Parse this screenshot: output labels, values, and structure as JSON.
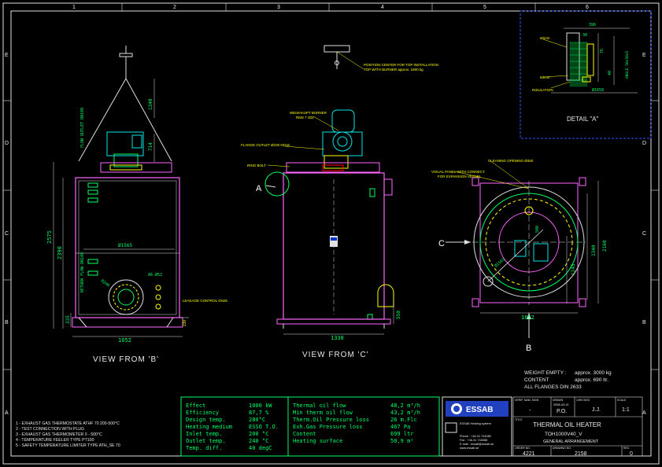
{
  "grid": {
    "columns": [
      "1",
      "2",
      "3",
      "4",
      "5",
      "6"
    ],
    "rows": [
      "E",
      "D",
      "C",
      "B",
      "A"
    ]
  },
  "views": {
    "view_b": "VIEW FROM 'B'",
    "view_c": "VIEW FROM 'C'",
    "detail_a": "DETAIL \"A\""
  },
  "markers": {
    "a": "A",
    "b": "B",
    "c": "C"
  },
  "dimensions": {
    "b_width": "1652",
    "b_inner": "Ø1565",
    "b_height": "2575",
    "b_height2": "2390",
    "b_low": "335",
    "b_r": "R240",
    "b_nozzle": "A6-Ø52",
    "b_top": "1340",
    "b_side": "714",
    "c_width": "1338",
    "c_low": "550",
    "right_width": "1652",
    "right_h1": "1340",
    "right_h2": "2160",
    "right_h3": "1145",
    "right_d": "Ø1565",
    "right_r": "500",
    "det_top": "396",
    "det_small": "30",
    "det_d": "Ø1658",
    "det_v1": "76",
    "det_v2": "40"
  },
  "notes_small": {
    "lift_c": "POSITION CENTER FOR TOP INSTALLATION",
    "lift_c2": "TOP WITH BURNER approx. 1800 kg",
    "burner": "WEISHAUPT BURNER",
    "burner2": "RMS 7 302",
    "flange_c": "FLANGE OUTLET Ø100 ND16",
    "bolt": "RING BOLT",
    "cleaning": "CLEANING OPENING Ø450",
    "visual": "VISUAL PANEL WITH CONNECT.",
    "visual2": "FOR EXPANSION VESSEL",
    "leakage": "LEAKAGE CONTROL DN25",
    "flow_out": "FLOW OUTLET DN100",
    "flow_ret": "RETURN FLOW DN100",
    "insulation": "INSULATION",
    "det_60": "60mm",
    "det_50": "50mm",
    "det_angle": "ANGLE 50x50x5"
  },
  "weight": {
    "empty_label": "WEIGHT EMPTY :",
    "empty_value": "approx. 3000 kg",
    "content_label": "CONTENT",
    "content_value": "approx. 690 ltr.",
    "flanges": "ALL FLANGES DIN 2633"
  },
  "legend": [
    "1 - EXHAUST GAS THERMOSTATE ATHF 70  200-500°C",
    "2 - TEST CONNECTION WITH PLUG",
    "3 - EXHAUST GAS THERMOMETER 0 - 500°C",
    "4 - TEMPERATURE FEELER TYPE PT100",
    "5 - SAFETY TEMPERATURE LIMITER TYPE ATH_SE 70"
  ],
  "specs_left": [
    {
      "label": "Effect",
      "value": "1000 kW"
    },
    {
      "label": "Efficiency",
      "value": "87,7 %"
    },
    {
      "label": "Design temp.",
      "value": "280°C"
    },
    {
      "label": "Heating medium",
      "value": "ESSO T.O."
    },
    {
      "label": "Inlet temp.",
      "value": "200 °C"
    },
    {
      "label": "Outlet temp.",
      "value": "240 °C"
    },
    {
      "label": "Temp. diff.",
      "value": "40 degC"
    }
  ],
  "specs_right": [
    {
      "label": "Thermal oil flow",
      "value": "48,2 m³/h"
    },
    {
      "label": "Min therm oil flow",
      "value": "43,2 m³/h"
    },
    {
      "label": "Therm.Oil Pressure loss",
      "value": "26 m.Flc"
    },
    {
      "label": "Exh.Gas Pressure loss",
      "value": "467 Pa"
    },
    {
      "label": "Content",
      "value": "699 ltr"
    },
    {
      "label": "Heating surface",
      "value": "50,9 m²"
    }
  ],
  "company": {
    "logo": "ESSAB",
    "addr1": "ESSAB Heating system",
    "addr2": "Phone : +46-31 744080",
    "addr3": "Fax   : +46-31 744088",
    "addr4": "E-mail : essab@essab.se",
    "addr5": "www.essab.se"
  },
  "titleblock": {
    "ver_label": "VERIF. NAM. SIGN",
    "ver_value": "-",
    "drawn_label": "DRAWN",
    "drawn_value": "P.O.",
    "checked_label": "CHECKED",
    "checked_value": "J.J.",
    "scale_label": "SCALE",
    "scale_value": "1:1",
    "date_value": "2008-03-13",
    "title_label": "TITLE",
    "title1": "THERMAL OIL HEATER",
    "title2": "TOH1000V40_V",
    "title3": "GENERAL ARRANGEMENT",
    "order_label": "ORDER NO.",
    "order_value": "4221",
    "drawing_label": "DRAWING NO.",
    "drawing_value": "2158",
    "rev_label": "REV.",
    "rev_value": "0"
  }
}
